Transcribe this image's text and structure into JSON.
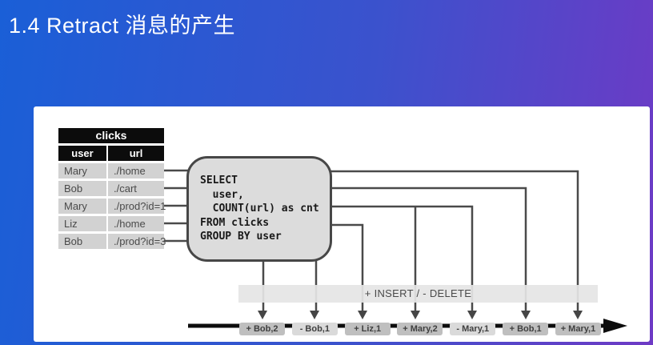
{
  "slide": {
    "title": "1.4 Retract 消息的产生"
  },
  "table": {
    "title": "clicks",
    "columns": [
      "user",
      "url"
    ],
    "rows": [
      [
        "Mary",
        "./home"
      ],
      [
        "Bob",
        "./cart"
      ],
      [
        "Mary",
        "./prod?id=1"
      ],
      [
        "Liz",
        "./home"
      ],
      [
        "Bob",
        "./prod?id=3"
      ]
    ]
  },
  "query": {
    "sql": "SELECT\n  user,\n  COUNT(url) as cnt\nFROM clicks\nGROUP BY user"
  },
  "band": {
    "label": "+ INSERT / - DELETE"
  },
  "timeline": {
    "events": [
      {
        "label": "+ Bob,2",
        "type": "insert"
      },
      {
        "label": "- Bob,1",
        "type": "delete"
      },
      {
        "label": "+ Liz,1",
        "type": "insert"
      },
      {
        "label": "+ Mary,2",
        "type": "insert"
      },
      {
        "label": "- Mary,1",
        "type": "delete"
      },
      {
        "label": "+ Bob,1",
        "type": "insert"
      },
      {
        "label": "+ Mary,1",
        "type": "insert"
      }
    ]
  },
  "colors": {
    "background_gradient": [
      "#1a5fd7",
      "#6e3ac5"
    ],
    "wire": "#4a4a4a",
    "insert_chip": "#bfbfbf",
    "delete_chip": "#dadada",
    "table_header_bg": "#0c0c0c",
    "box_fill": "#dcdcdc"
  }
}
